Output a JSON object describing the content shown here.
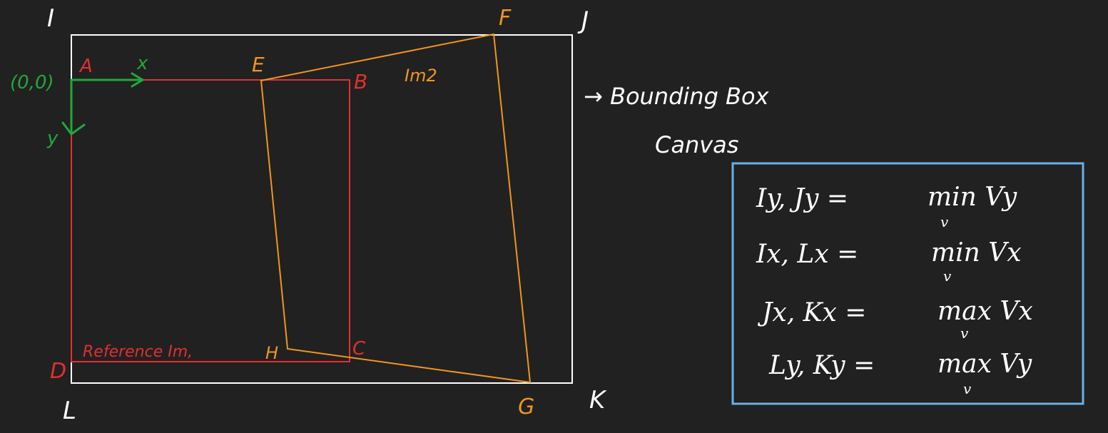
{
  "colors": {
    "background": "#212121",
    "bounding_box": "#ffffff",
    "reference_image": "#e03030",
    "warped_image": "#f0961e",
    "axes": "#22a83a",
    "annotation": "#ffffff",
    "formula_box": "#6ab0e8"
  },
  "bounding_box": {
    "corner_labels": {
      "top_left": "I",
      "top_right": "J",
      "bottom_right": "K",
      "bottom_left": "L"
    },
    "note_line1": "→ Bounding Box",
    "note_line2": "Canvas"
  },
  "reference_image": {
    "corner_labels": {
      "top_left": "A",
      "top_right": "B",
      "bottom_right": "C",
      "bottom_left": "D"
    },
    "caption": "Reference Im,"
  },
  "warped_image": {
    "corner_labels": {
      "top_left": "E",
      "top_right": "F",
      "bottom_right": "G",
      "bottom_left": "H"
    },
    "caption": "Im2"
  },
  "axes": {
    "origin": "(0,0)",
    "x_label": "x",
    "y_label": "y"
  },
  "formulas": [
    {
      "lhs": "Iy, Jy =",
      "rhs": "min Vy",
      "sub": "v"
    },
    {
      "lhs": "Ix, Lx =",
      "rhs": "min Vx",
      "sub": "v"
    },
    {
      "lhs": "Jx, Kx =",
      "rhs": "max Vx",
      "sub": "v"
    },
    {
      "lhs": "Ly, Ky =",
      "rhs": "max Vy",
      "sub": "v"
    }
  ]
}
